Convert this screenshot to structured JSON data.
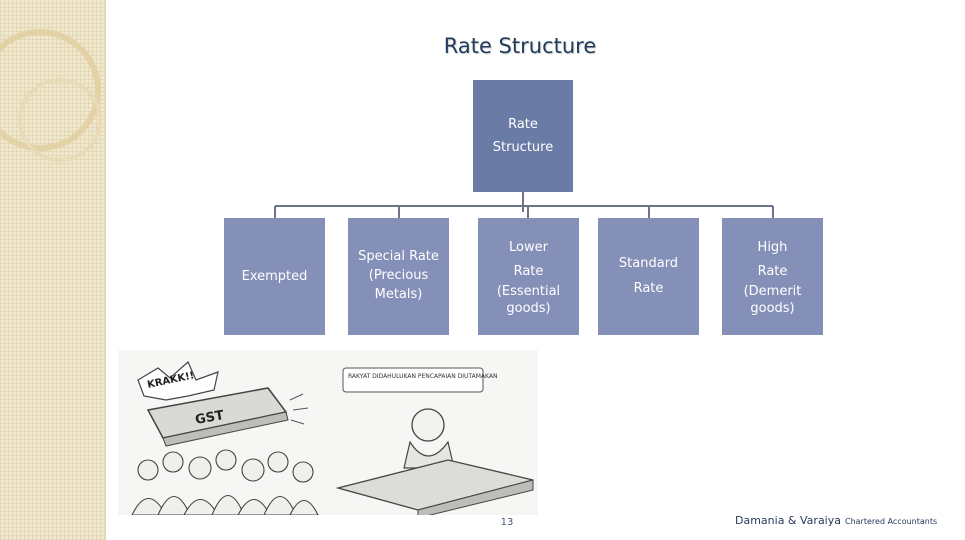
{
  "title": "Rate Structure",
  "root": {
    "line1": "Rate",
    "line2": "Structure"
  },
  "categories": [
    {
      "line1": "Exempted"
    },
    {
      "line1": "Special Rate",
      "line2": "(Precious",
      "line3": "Metals)"
    },
    {
      "line1": "Lower",
      "line2": "Rate",
      "line3": "(Essential",
      "line4": "goods)"
    },
    {
      "line1": "Standard",
      "line2": "Rate"
    },
    {
      "line1": "High",
      "line2": "Rate",
      "line3": "(Demerit",
      "line4": "goods)"
    }
  ],
  "cartoon": {
    "sign_crash": "KRAKK!!",
    "sign_gst": "GST",
    "banner": "RAKYAT DIDAHULUKAN PENCAPAIAN DIUTAMAKAN"
  },
  "footer": {
    "page_number": "13",
    "firm": "Damania & Varaiya",
    "suffix": "Chartered Accountants"
  },
  "colors": {
    "root_box": "#6a7ba6",
    "child_box": "#8590b8",
    "connector": "#6c7688",
    "title": "#1f3a5a"
  }
}
